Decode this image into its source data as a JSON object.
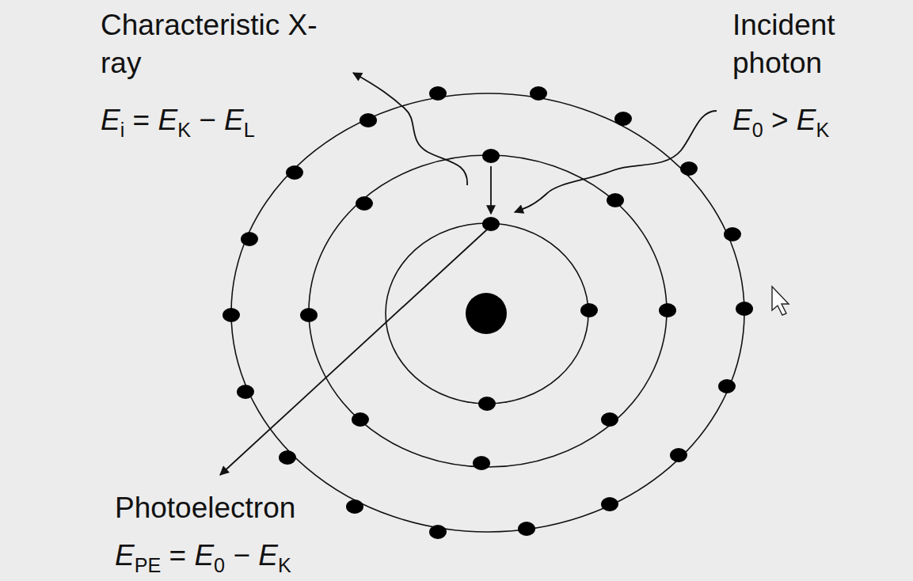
{
  "diagram": {
    "labels": [
      "Characteristic X-ray",
      "Ei = EK − EL",
      "Incident photon",
      "E0 > EK",
      "Photoelectron",
      "EPE = E0 − EK"
    ]
  }
}
